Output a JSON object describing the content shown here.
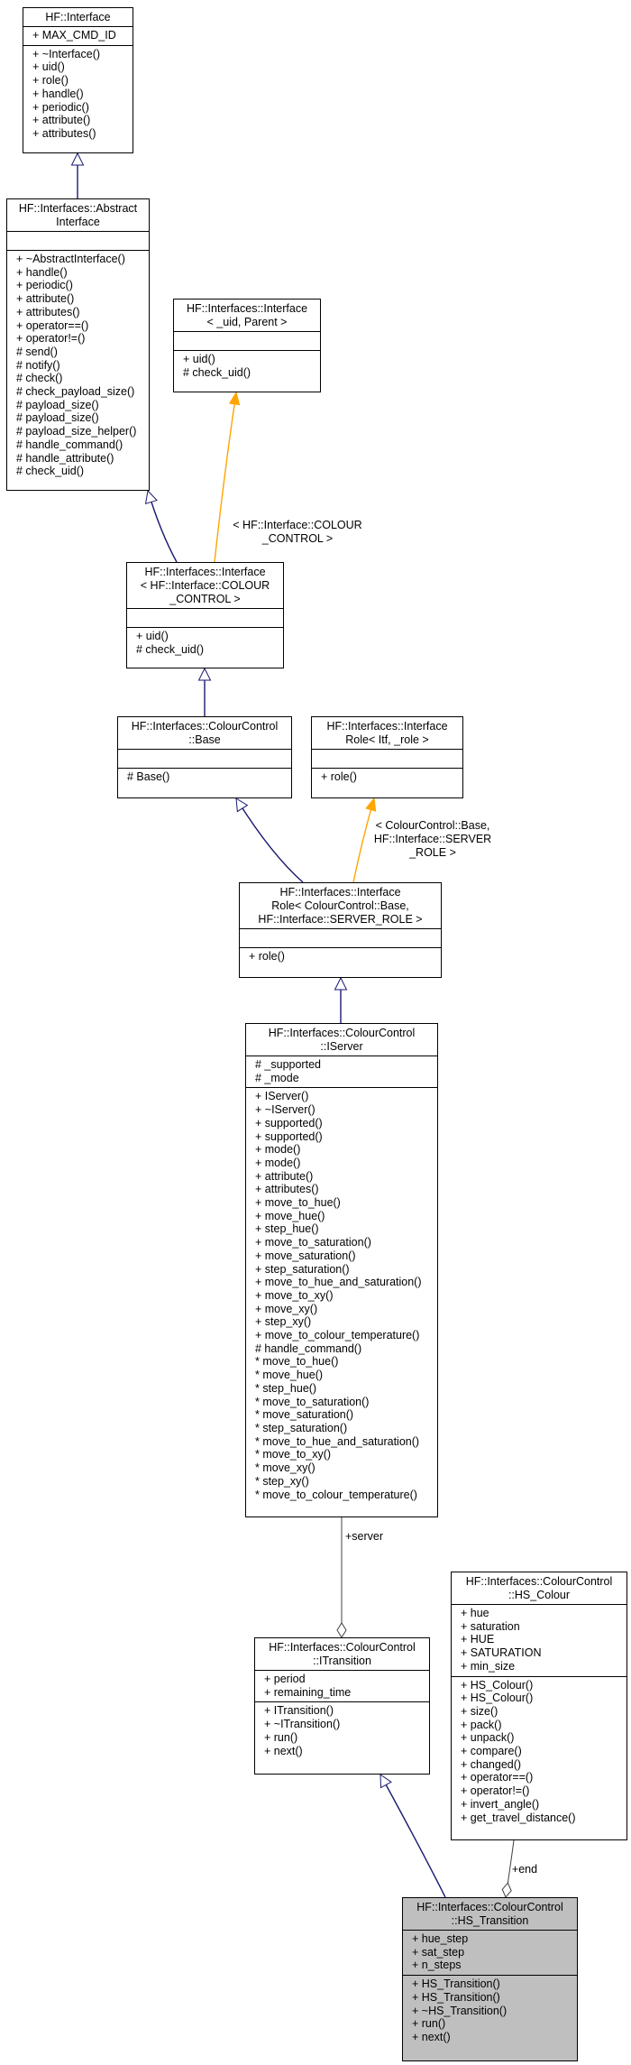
{
  "classes": [
    {
      "id": "interface",
      "title": [
        "HF::Interface"
      ],
      "attributes": [
        "+ MAX_CMD_ID"
      ],
      "operations": [
        "+ ~Interface()",
        "+ uid()",
        "+ role()",
        "+ handle()",
        "+ periodic()",
        "+ attribute()",
        "+ attributes()"
      ]
    },
    {
      "id": "abstract_interface",
      "title": [
        "HF::Interfaces::Abstract",
        "Interface"
      ],
      "attributes": [],
      "operations": [
        "+ ~AbstractInterface()",
        "+ handle()",
        "+ periodic()",
        "+ attribute()",
        "+ attributes()",
        "+ operator==()",
        "+ operator!=()",
        "# send()",
        "# notify()",
        "# check()",
        "# check_payload_size()",
        "# payload_size()",
        "# payload_size()",
        "# payload_size_helper()",
        "# handle_command()",
        "# handle_attribute()",
        "# check_uid()"
      ]
    },
    {
      "id": "interface_tpl",
      "title": [
        "HF::Interfaces::Interface",
        "< _uid, Parent >"
      ],
      "attributes": [],
      "operations": [
        "+ uid()",
        "# check_uid()"
      ]
    },
    {
      "id": "interface_cc",
      "title": [
        "HF::Interfaces::Interface",
        "< HF::Interface::COLOUR",
        "_CONTROL >"
      ],
      "attributes": [],
      "operations": [
        "+ uid()",
        "# check_uid()"
      ]
    },
    {
      "id": "cc_base",
      "title": [
        "HF::Interfaces::ColourControl",
        "::Base"
      ],
      "attributes": [],
      "operations": [
        "# Base()"
      ]
    },
    {
      "id": "iface_role_tpl",
      "title": [
        "HF::Interfaces::Interface",
        "Role< Itf, _role >"
      ],
      "attributes": [],
      "operations": [
        "+ role()"
      ]
    },
    {
      "id": "iface_role_cc",
      "title": [
        "HF::Interfaces::Interface",
        "Role< ColourControl::Base,",
        "HF::Interface::SERVER_ROLE >"
      ],
      "attributes": [],
      "operations": [
        "+ role()"
      ]
    },
    {
      "id": "iserver",
      "title": [
        "HF::Interfaces::ColourControl",
        "::IServer"
      ],
      "attributes": [
        "# _supported",
        "# _mode"
      ],
      "operations": [
        "+ IServer()",
        "+ ~IServer()",
        "+ supported()",
        "+ supported()",
        "+ mode()",
        "+ mode()",
        "+ attribute()",
        "+ attributes()",
        "+ move_to_hue()",
        "+ move_hue()",
        "+ step_hue()",
        "+ move_to_saturation()",
        "+ move_saturation()",
        "+ step_saturation()",
        "+ move_to_hue_and_saturation()",
        "+ move_to_xy()",
        "+ move_xy()",
        "+ step_xy()",
        "+ move_to_colour_temperature()",
        "# handle_command()",
        "* move_to_hue()",
        "* move_hue()",
        "* step_hue()",
        "* move_to_saturation()",
        "* move_saturation()",
        "* step_saturation()",
        "* move_to_hue_and_saturation()",
        "* move_to_xy()",
        "* move_xy()",
        "* step_xy()",
        "* move_to_colour_temperature()"
      ]
    },
    {
      "id": "itransition",
      "title": [
        "HF::Interfaces::ColourControl",
        "::ITransition"
      ],
      "attributes": [
        "+ period",
        "+ remaining_time"
      ],
      "operations": [
        "+ ITransition()",
        "+ ~ITransition()",
        "+ run()",
        "+ next()"
      ]
    },
    {
      "id": "hs_colour",
      "title": [
        "HF::Interfaces::ColourControl",
        "::HS_Colour"
      ],
      "attributes": [
        "+ hue",
        "+ saturation",
        "+ HUE",
        "+ SATURATION",
        "+ min_size"
      ],
      "operations": [
        "+ HS_Colour()",
        "+ HS_Colour()",
        "+ size()",
        "+ pack()",
        "+ unpack()",
        "+ compare()",
        "+ changed()",
        "+ operator==()",
        "+ operator!=()",
        "+ invert_angle()",
        "+ get_travel_distance()"
      ]
    },
    {
      "id": "hs_transition",
      "title": [
        "HF::Interfaces::ColourControl",
        "::HS_Transition"
      ],
      "attributes": [
        "+ hue_step",
        "+ sat_step",
        "+ n_steps"
      ],
      "operations": [
        "+ HS_Transition()",
        "+ HS_Transition()",
        "+ ~HS_Transition()",
        "+ run()",
        "+ next()"
      ]
    }
  ],
  "edges": [
    {
      "id": "e_abs_iface",
      "type": "inheritance",
      "from": "abstract_interface",
      "to": "interface",
      "label": []
    },
    {
      "id": "e_cc_abs",
      "type": "inheritance",
      "from": "interface_cc",
      "to": "abstract_interface",
      "label": []
    },
    {
      "id": "e_cc_tpl",
      "type": "template-binding",
      "from": "interface_cc",
      "to": "interface_tpl",
      "label": [
        "< HF::Interface::COLOUR",
        "_CONTROL >"
      ]
    },
    {
      "id": "e_base_cc",
      "type": "inheritance",
      "from": "cc_base",
      "to": "interface_cc",
      "label": []
    },
    {
      "id": "e_role_base",
      "type": "inheritance",
      "from": "iface_role_cc",
      "to": "cc_base",
      "label": []
    },
    {
      "id": "e_role_tpl",
      "type": "template-binding",
      "from": "iface_role_cc",
      "to": "iface_role_tpl",
      "label": [
        "< ColourControl::Base,",
        "HF::Interface::SERVER",
        "_ROLE >"
      ]
    },
    {
      "id": "e_iserver_role",
      "type": "inheritance",
      "from": "iserver",
      "to": "iface_role_cc",
      "label": []
    },
    {
      "id": "e_itrans_server",
      "type": "aggregation",
      "from": "iserver",
      "to": "itransition",
      "label": [
        "+server"
      ]
    },
    {
      "id": "e_hst_itrans",
      "type": "inheritance",
      "from": "hs_transition",
      "to": "itransition",
      "label": []
    },
    {
      "id": "e_hst_end",
      "type": "aggregation",
      "from": "hs_colour",
      "to": "hs_transition",
      "label": [
        "+end"
      ]
    }
  ],
  "focus_class": "hs_transition",
  "colors": {
    "inheritance": "#191970",
    "template": "#ffa500",
    "aggregation": "#404040",
    "focus_fill": "#bfbfbf"
  }
}
